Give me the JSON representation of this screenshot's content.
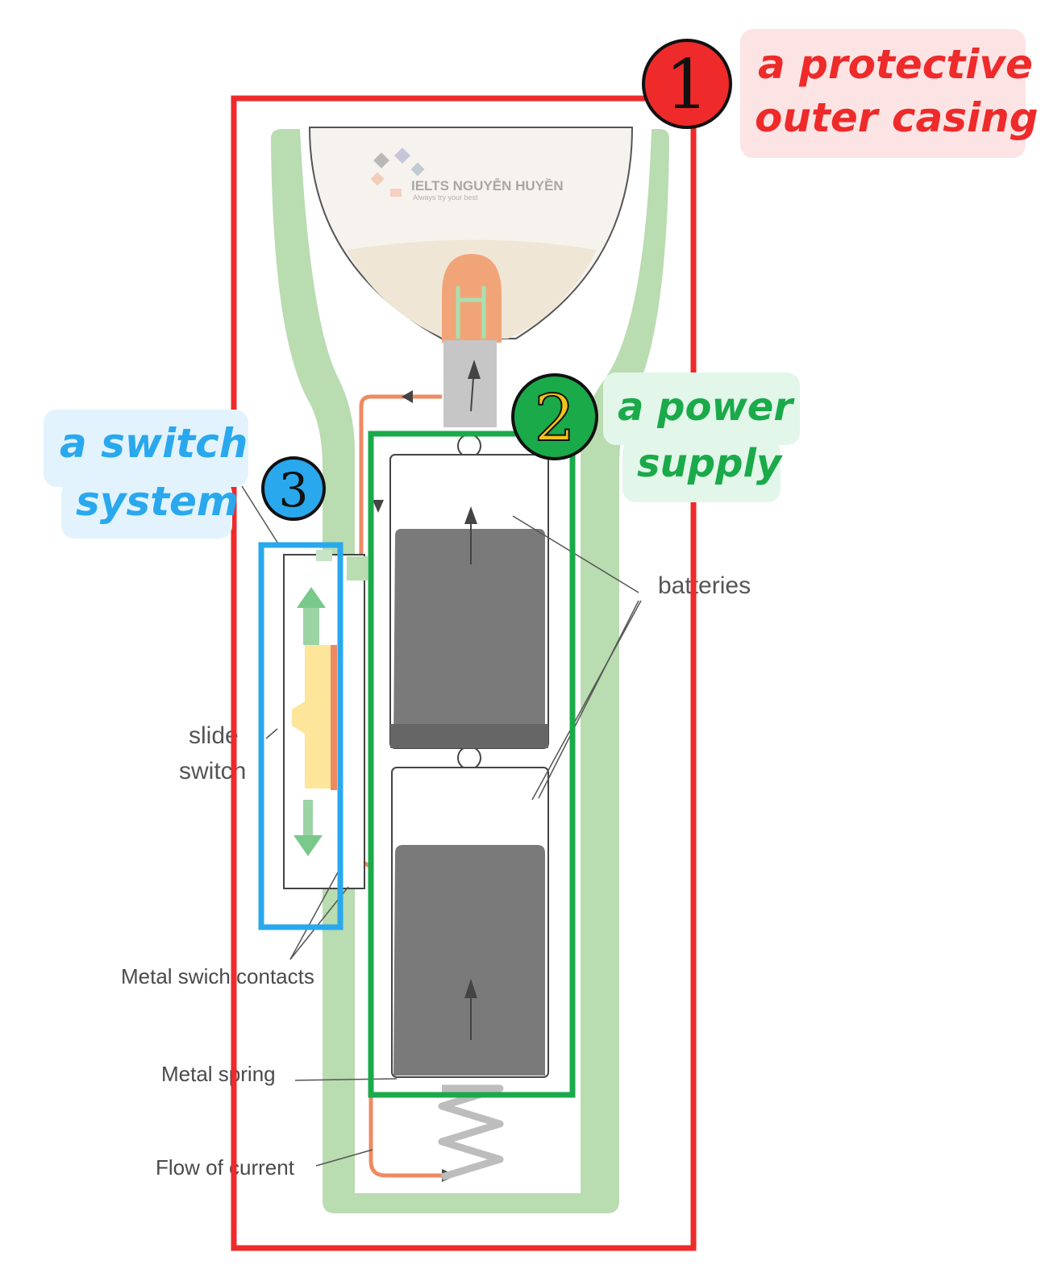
{
  "callouts": {
    "casing": {
      "line1": "a protective",
      "line2": "outer casing",
      "number": "1",
      "color": "#ee2a2a",
      "bg": "#fde4e4"
    },
    "power": {
      "line1": "a power",
      "line2": "supply",
      "number": "2",
      "color": "#1aaa4a",
      "bg": "#e3f6ea"
    },
    "switch": {
      "line1": "a switch",
      "line2": "system",
      "number": "3",
      "color": "#29a8ee",
      "bg": "#e2f3fd"
    }
  },
  "labels": {
    "batteries": "batteries",
    "slide_line1": "slide",
    "slide_line2": "switch",
    "metal_contacts": "Metal swich contacts",
    "metal_spring": "Metal spring",
    "flow_current": "Flow of current"
  },
  "watermark": {
    "brand": "IELTS NGUYỄN HUYỀN",
    "tagline": "Always try your best"
  },
  "colors": {
    "casing_green": "#b9dcb0",
    "battery_dark": "#7a7a7a",
    "wire": "#ee8a62",
    "switch_yellow": "#fde59a",
    "arrow_green": "#78c98a"
  }
}
